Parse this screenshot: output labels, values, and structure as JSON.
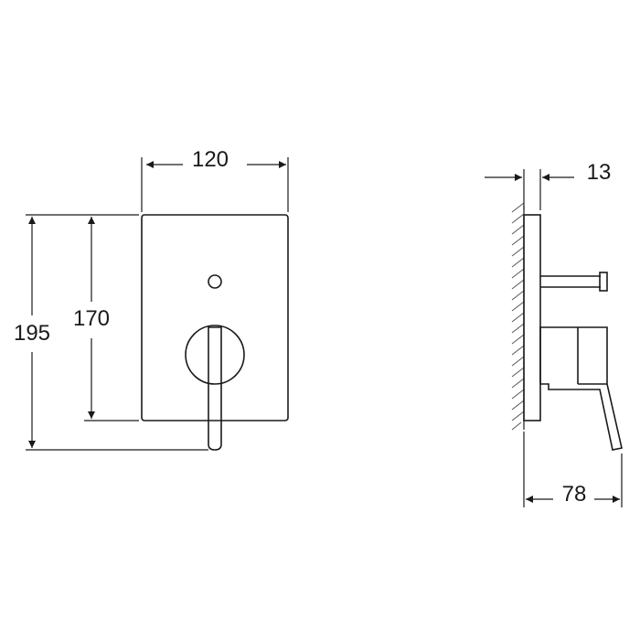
{
  "dimensions": {
    "width": "120",
    "height_outer": "195",
    "height_plate": "170",
    "wall_offset": "13",
    "depth": "78"
  },
  "colors": {
    "line": "#1a1a1a",
    "background": "#ffffff"
  }
}
